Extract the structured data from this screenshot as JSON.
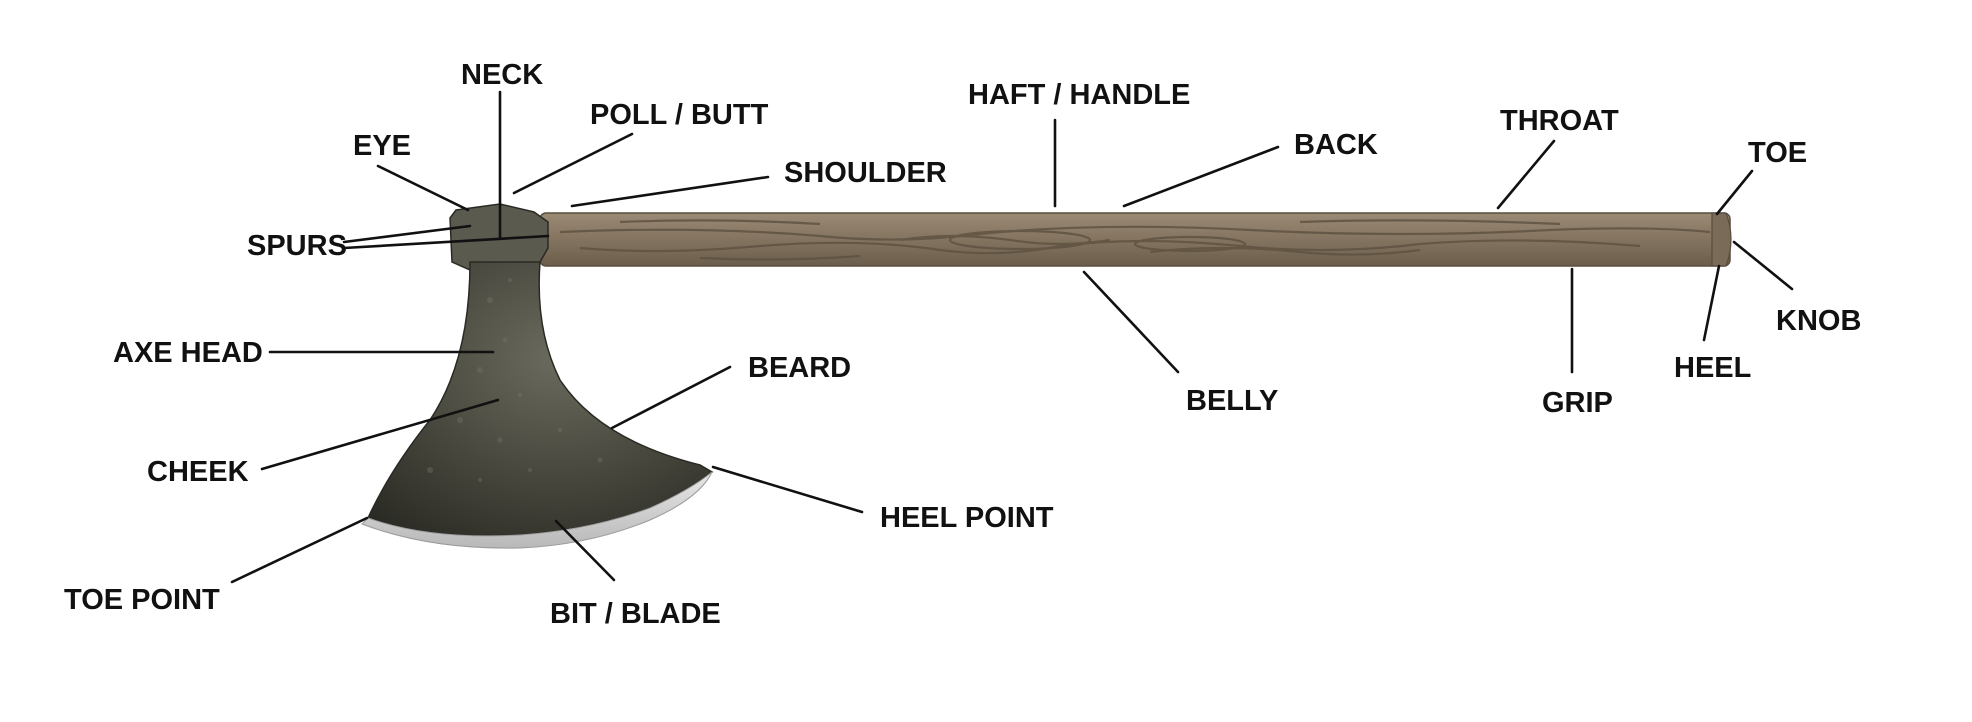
{
  "diagram": {
    "labels": {
      "neck": "NECK",
      "poll_butt": "POLL / BUTT",
      "eye": "EYE",
      "shoulder": "SHOULDER",
      "spurs": "SPURS",
      "haft_handle": "HAFT / HANDLE",
      "back": "BACK",
      "throat": "THROAT",
      "toe": "TOE",
      "knob": "KNOB",
      "heel": "HEEL",
      "grip": "GRIP",
      "belly": "BELLY",
      "axe_head": "AXE HEAD",
      "beard": "BEARD",
      "cheek": "CHEEK",
      "heel_point": "HEEL POINT",
      "toe_point": "TOE POINT",
      "bit_blade": "BIT / BLADE"
    },
    "colors": {
      "text": "#111111",
      "handle_wood": "#8a7a66",
      "handle_grain": "#5e5140",
      "axe_head_iron": "#4a4a40",
      "blade_edge": "#cfcfcf",
      "background": "#ffffff"
    }
  }
}
